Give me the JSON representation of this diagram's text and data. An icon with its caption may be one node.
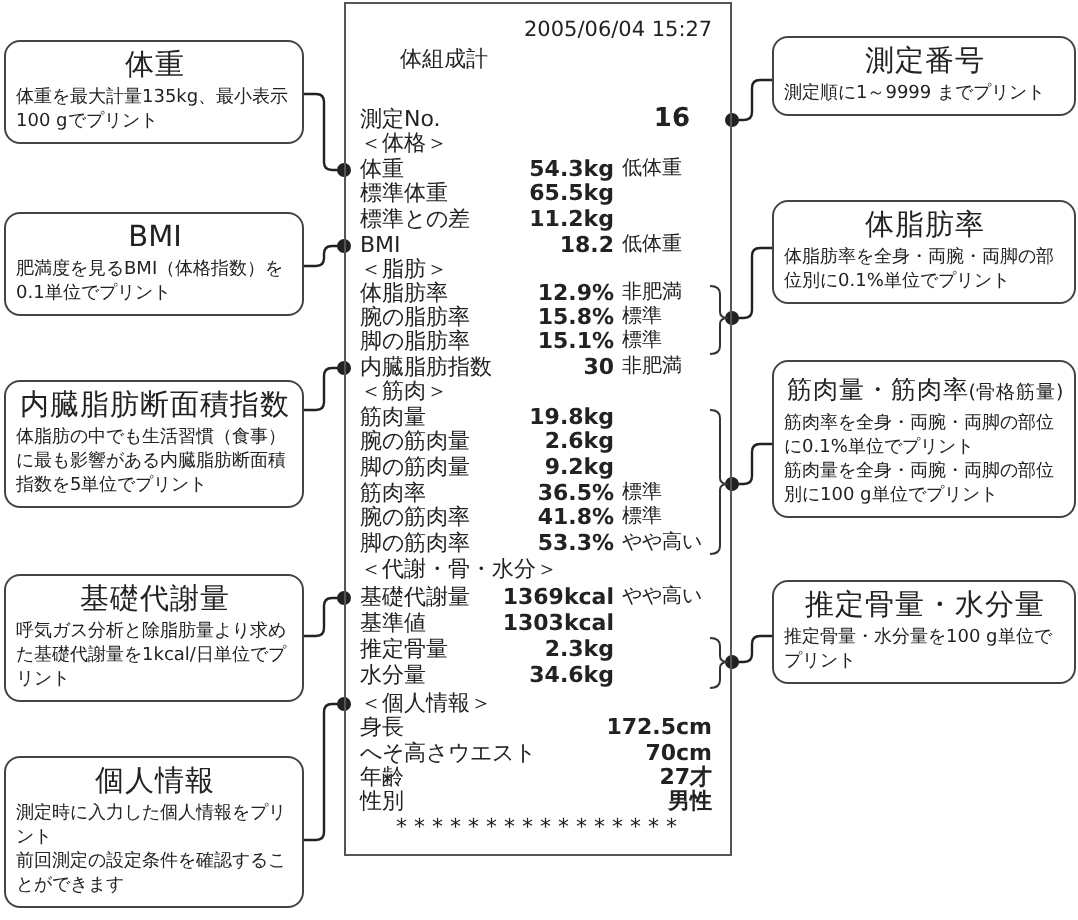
{
  "diagram": {
    "nodes": [
      {
        "text": [
          "2005/06/04 15:27",
          "体組成計",
          "測定No.",
          "16",
          "＜体格＞",
          "体重",
          "54.3kg",
          "低体重",
          "標準体重",
          "65.5kg",
          "標準との差",
          "11.2kg",
          "BMI",
          "18.2",
          "低体重",
          "＜脂肪＞",
          "体脂肪率",
          "12.9%",
          "非肥満",
          "腕の脂肪率",
          "15.8%",
          "標準",
          "脚の脂肪率",
          "15.1%",
          "標準",
          "内臓脂肪指数",
          "30",
          "非肥満",
          "＜筋肉＞",
          "筋肉量",
          "19.8kg",
          "腕の筋肉量",
          "2.6kg",
          "脚の筋肉量",
          "9.2kg",
          "筋肉率",
          "36.5%",
          "標準",
          "腕の筋肉率",
          "41.8%",
          "標準",
          "脚の筋肉率",
          "53.3%",
          "やや高い",
          "＜代謝・骨・水分＞",
          "基礎代謝量",
          "1369kcal",
          "やや高い",
          "基準値",
          "1303kcal",
          "推定骨量",
          "2.3kg",
          "水分量",
          "34.6kg",
          "＜個人情報＞",
          "身長",
          "172.5cm",
          "へそ高さウエスト",
          "70cm",
          "年齢",
          "27才",
          "性別",
          "男性",
          "****************"
        ]
      },
      {
        "text": [
          "体重",
          "体重を最大計量135kg、最小表示100 gでプリント"
        ]
      },
      {
        "text": [
          "BMI",
          "肥満度を見るBMI（体格指数）を0.1単位でプリント"
        ]
      },
      {
        "text": [
          "内臓脂肪断面積指数",
          "体脂肪の中でも生活習慣（食事）に最も影響がある内臓脂肪断面積指数を5単位でプリント"
        ]
      },
      {
        "text": [
          "基礎代謝量",
          "呼気ガス分析と除脂肪量より求めた基礎代謝量を1kcal/日単位でプリント"
        ]
      },
      {
        "text": [
          "個人情報",
          "測定時に入力した個人情報をプリント",
          "前回測定の設定条件を確認することができます"
        ]
      },
      {
        "text": [
          "測定番号",
          "測定順に1～9999 までプリント"
        ]
      },
      {
        "text": [
          "体脂肪率",
          "体脂肪率を全身・両腕・両脚の部位別に0.1%単位でプリント"
        ]
      },
      {
        "text": [
          "筋肉量・筋肉率",
          "(骨格筋量)",
          "筋肉率を全身・両腕・両脚の部位に0.1%単位でプリント",
          "筋肉量を全身・両腕・両脚の部位別に100 g単位でプリント"
        ]
      },
      {
        "text": [
          "推定骨量・水分量",
          "推定骨量・水分量を100 g単位でプリント"
        ]
      }
    ],
    "edges": [
      {
        "from": 1,
        "to": 0,
        "arrow": "other"
      },
      {
        "from": 2,
        "to": 0,
        "arrow": "other"
      },
      {
        "from": 3,
        "to": 0,
        "arrow": "other"
      },
      {
        "from": 4,
        "to": 0,
        "arrow": "other"
      },
      {
        "from": 5,
        "to": 0,
        "arrow": "other"
      },
      {
        "from": 6,
        "to": 0,
        "arrow": "other"
      },
      {
        "from": 7,
        "to": 0,
        "arrow": "other"
      },
      {
        "from": 8,
        "to": 0,
        "arrow": "other"
      },
      {
        "from": 9,
        "to": 0,
        "arrow": "other"
      }
    ]
  }
}
